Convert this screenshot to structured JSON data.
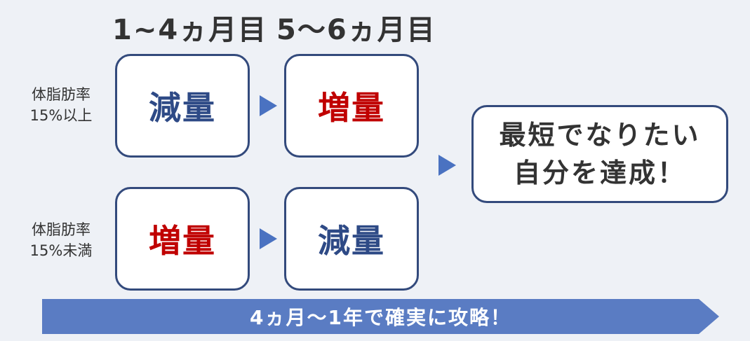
{
  "columns": {
    "col1": "1~4ヵ月目",
    "col2": "5〜6ヵ月目"
  },
  "rows": [
    {
      "label_line1": "体脂肪率",
      "label_line2": "15%以上",
      "phase1": "減量",
      "phase2": "増量"
    },
    {
      "label_line1": "体脂肪率",
      "label_line2": "15%未満",
      "phase1": "増量",
      "phase2": "減量"
    }
  ],
  "goal": {
    "line1": "最短でなりたい",
    "line2": "自分を達成！"
  },
  "banner": {
    "text": "4ヵ月〜1年で確実に攻略！"
  },
  "colors": {
    "background": "#eef1f6",
    "box_border": "#334a7c",
    "reduce_text": "#2e4a86",
    "increase_text": "#c00000",
    "arrow": "#4a72c1",
    "banner": "#5a7cc3"
  }
}
